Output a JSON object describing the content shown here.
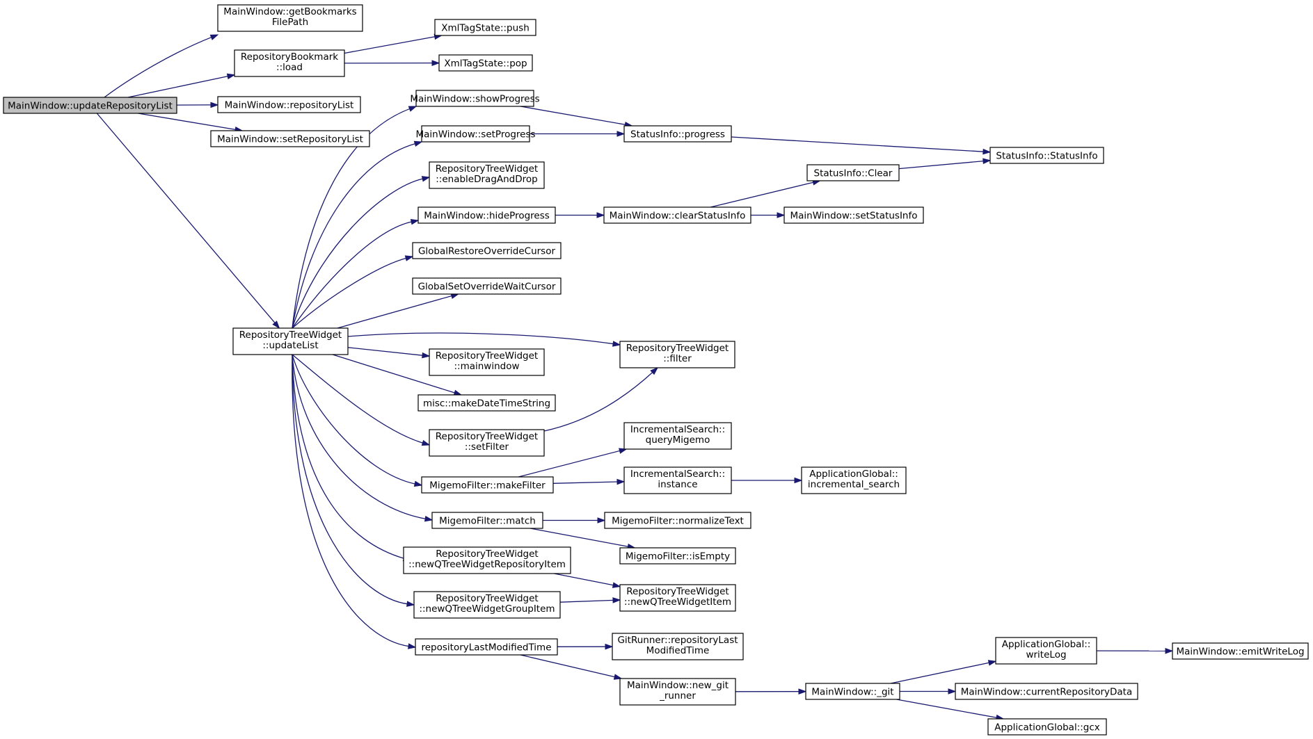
{
  "nodes": {
    "n0": {
      "lines": [
        "MainWindow::updateRepositoryList"
      ],
      "root": true
    },
    "n1": {
      "lines": [
        "MainWindow::getBookmarks",
        "FilePath"
      ]
    },
    "n2": {
      "lines": [
        "RepositoryBookmark",
        "::load"
      ]
    },
    "n3": {
      "lines": [
        "XmlTagState::push"
      ]
    },
    "n4": {
      "lines": [
        "XmlTagState::pop"
      ]
    },
    "n5": {
      "lines": [
        "MainWindow::repositoryList"
      ]
    },
    "n6": {
      "lines": [
        "MainWindow::setRepositoryList"
      ]
    },
    "n7": {
      "lines": [
        "RepositoryTreeWidget",
        "::updateList"
      ]
    },
    "n8": {
      "lines": [
        "MainWindow::showProgress"
      ]
    },
    "n9": {
      "lines": [
        "MainWindow::setProgress"
      ]
    },
    "n10": {
      "lines": [
        "StatusInfo::progress"
      ]
    },
    "n11": {
      "lines": [
        "StatusInfo::StatusInfo"
      ]
    },
    "n12": {
      "lines": [
        "RepositoryTreeWidget",
        "::enableDragAndDrop"
      ]
    },
    "n13": {
      "lines": [
        "MainWindow::hideProgress"
      ]
    },
    "n14": {
      "lines": [
        "MainWindow::clearStatusInfo"
      ]
    },
    "n15": {
      "lines": [
        "StatusInfo::Clear"
      ]
    },
    "n16": {
      "lines": [
        "MainWindow::setStatusInfo"
      ]
    },
    "n17": {
      "lines": [
        "GlobalRestoreOverrideCursor"
      ]
    },
    "n18": {
      "lines": [
        "GlobalSetOverrideWaitCursor"
      ]
    },
    "n19": {
      "lines": [
        "RepositoryTreeWidget",
        "::filter"
      ]
    },
    "n20": {
      "lines": [
        "RepositoryTreeWidget",
        "::mainwindow"
      ]
    },
    "n21": {
      "lines": [
        "misc::makeDateTimeString"
      ]
    },
    "n22": {
      "lines": [
        "RepositoryTreeWidget",
        "::setFilter"
      ]
    },
    "n23": {
      "lines": [
        "IncrementalSearch::",
        "queryMigemo"
      ]
    },
    "n24": {
      "lines": [
        "MigemoFilter::makeFilter"
      ]
    },
    "n25": {
      "lines": [
        "IncrementalSearch::",
        "instance"
      ]
    },
    "n26": {
      "lines": [
        "ApplicationGlobal::",
        "incremental_search"
      ]
    },
    "n27": {
      "lines": [
        "MigemoFilter::match"
      ]
    },
    "n28": {
      "lines": [
        "MigemoFilter::normalizeText"
      ]
    },
    "n29": {
      "lines": [
        "MigemoFilter::isEmpty"
      ]
    },
    "n30": {
      "lines": [
        "RepositoryTreeWidget",
        "::newQTreeWidgetRepositoryItem"
      ]
    },
    "n31": {
      "lines": [
        "RepositoryTreeWidget",
        "::newQTreeWidgetItem"
      ]
    },
    "n32": {
      "lines": [
        "RepositoryTreeWidget",
        "::newQTreeWidgetGroupItem"
      ]
    },
    "n33": {
      "lines": [
        "repositoryLastModifiedTime"
      ]
    },
    "n34": {
      "lines": [
        "GitRunner::repositoryLast",
        "ModifiedTime"
      ]
    },
    "n35": {
      "lines": [
        "MainWindow::new_git",
        "_runner"
      ]
    },
    "n36": {
      "lines": [
        "MainWindow::_git"
      ]
    },
    "n37": {
      "lines": [
        "ApplicationGlobal::",
        "writeLog"
      ]
    },
    "n38": {
      "lines": [
        "MainWindow::emitWriteLog"
      ]
    },
    "n39": {
      "lines": [
        "MainWindow::currentRepositoryData"
      ]
    },
    "n40": {
      "lines": [
        "ApplicationGlobal::gcx"
      ]
    }
  },
  "edges": [
    [
      "n0",
      "n1"
    ],
    [
      "n0",
      "n2"
    ],
    [
      "n0",
      "n5"
    ],
    [
      "n0",
      "n6"
    ],
    [
      "n0",
      "n7"
    ],
    [
      "n2",
      "n3"
    ],
    [
      "n2",
      "n4"
    ],
    [
      "n7",
      "n8"
    ],
    [
      "n7",
      "n9"
    ],
    [
      "n7",
      "n12"
    ],
    [
      "n7",
      "n13"
    ],
    [
      "n7",
      "n17"
    ],
    [
      "n7",
      "n18"
    ],
    [
      "n7",
      "n19"
    ],
    [
      "n7",
      "n20"
    ],
    [
      "n7",
      "n21"
    ],
    [
      "n7",
      "n22"
    ],
    [
      "n7",
      "n24"
    ],
    [
      "n7",
      "n27"
    ],
    [
      "n7",
      "n30"
    ],
    [
      "n7",
      "n32"
    ],
    [
      "n7",
      "n33"
    ],
    [
      "n8",
      "n10"
    ],
    [
      "n9",
      "n10"
    ],
    [
      "n10",
      "n11"
    ],
    [
      "n13",
      "n14"
    ],
    [
      "n14",
      "n15"
    ],
    [
      "n14",
      "n16"
    ],
    [
      "n15",
      "n11"
    ],
    [
      "n22",
      "n19"
    ],
    [
      "n24",
      "n23"
    ],
    [
      "n24",
      "n25"
    ],
    [
      "n25",
      "n26"
    ],
    [
      "n27",
      "n28"
    ],
    [
      "n27",
      "n29"
    ],
    [
      "n30",
      "n31"
    ],
    [
      "n32",
      "n31"
    ],
    [
      "n33",
      "n34"
    ],
    [
      "n33",
      "n35"
    ],
    [
      "n35",
      "n36"
    ],
    [
      "n36",
      "n37"
    ],
    [
      "n36",
      "n39"
    ],
    [
      "n36",
      "n40"
    ],
    [
      "n37",
      "n38"
    ]
  ]
}
